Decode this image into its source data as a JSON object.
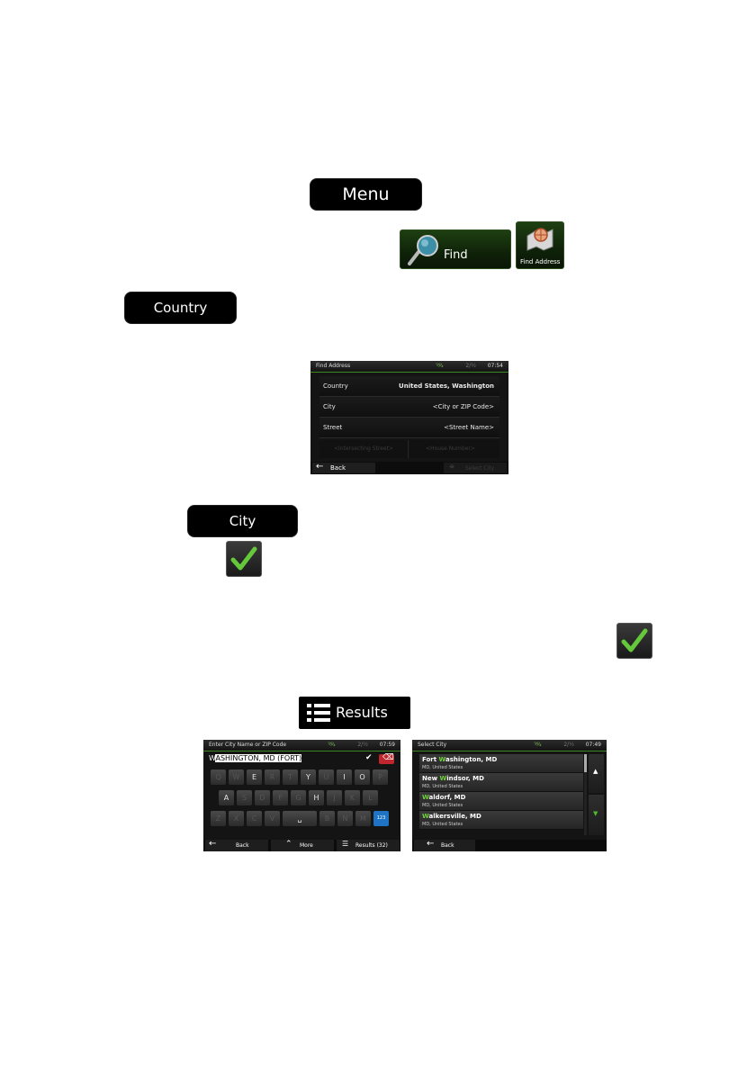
{
  "buttons": {
    "menu": "Menu",
    "find": "Find",
    "find_address": "Find Address",
    "country": "Country",
    "city": "City",
    "results": "Results"
  },
  "find_address_screen": {
    "title": "Find Address",
    "clock": "07:54",
    "signal": "2/½",
    "rows": [
      {
        "label": "Country",
        "value": "United States, Washington"
      },
      {
        "label": "City",
        "value": "<City or ZIP Code>"
      },
      {
        "label": "Street",
        "value": "<Street Name>"
      }
    ],
    "dim_left": "<Intersecting Street>",
    "dim_right": "<House Number>",
    "back": "Back",
    "select_city": "Select City"
  },
  "enter_city_screen": {
    "title": "Enter City Name or ZIP Code",
    "clock": "07:59",
    "signal": "2/½",
    "input_first": "W",
    "input_rest": "ASHINGTON, MD (FORT)",
    "keys_row1": [
      "Q",
      "W",
      "E",
      "R",
      "T",
      "Y",
      "U",
      "I",
      "O",
      "P"
    ],
    "keys_row2": [
      "A",
      "S",
      "D",
      "F",
      "G",
      "H",
      "J",
      "K",
      "L"
    ],
    "keys_row3": [
      "Z",
      "X",
      "C",
      "V",
      "␣",
      "B",
      "N",
      "M",
      "123"
    ],
    "back": "Back",
    "more": "More",
    "results": "Results (32)"
  },
  "select_city_screen": {
    "title": "Select City",
    "clock": "07:49",
    "signal": "2/½",
    "cities": [
      {
        "pre": "Fort ",
        "hl": "W",
        "post": "ashington, MD",
        "sub": "MD, United States"
      },
      {
        "pre": "New ",
        "hl": "W",
        "post": "indsor, MD",
        "sub": "MD, United States"
      },
      {
        "pre": "",
        "hl": "W",
        "post": "aldorf, MD",
        "sub": "MD, United States"
      },
      {
        "pre": "",
        "hl": "W",
        "post": "alkersville, MD",
        "sub": "MD, United States"
      }
    ],
    "back": "Back"
  },
  "colors": {
    "accent_green": "#3c8a1f",
    "highlight_green": "#6fd23a",
    "delete_red": "#c0262b",
    "key_blue": "#1e73c4"
  }
}
